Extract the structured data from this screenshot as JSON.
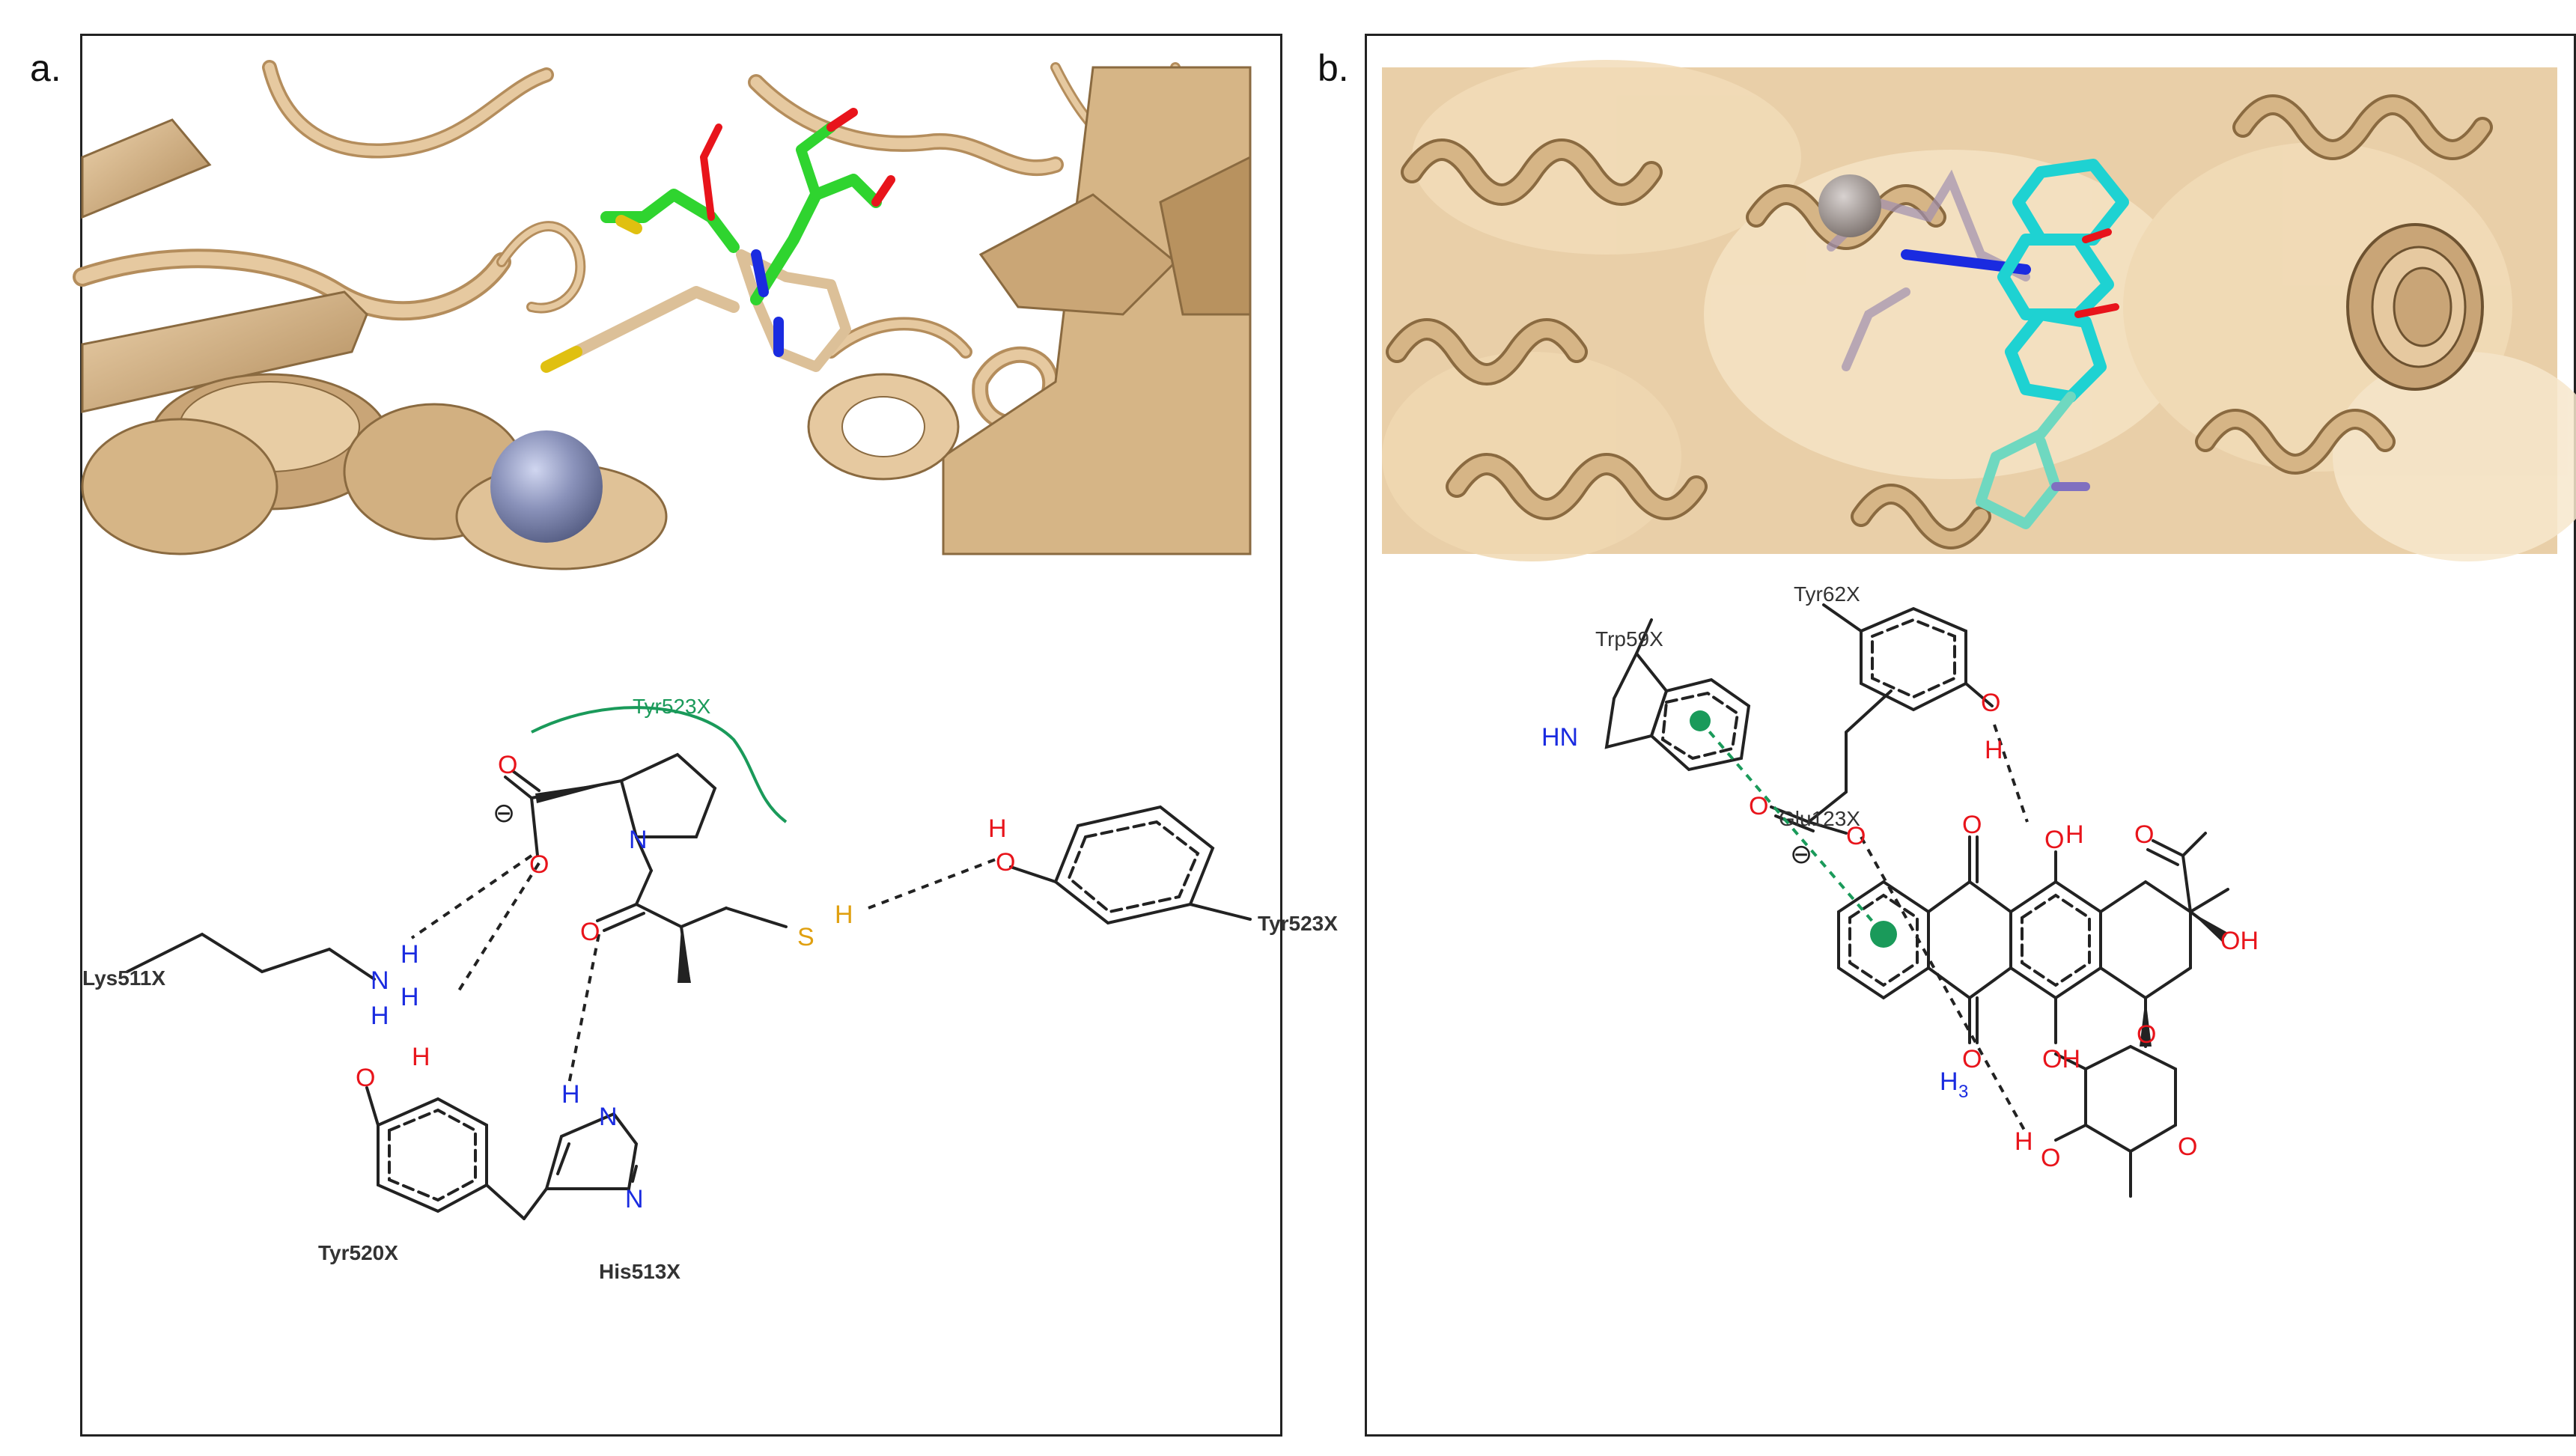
{
  "panels": [
    {
      "letter": "a.",
      "labels": {
        "hydrophobic": "Tyr523X",
        "tyr523": "Tyr523X",
        "lys511": "Lys511X",
        "tyr520": "Tyr520X",
        "his513": "His513X"
      },
      "atoms": {
        "o_carbonyl": "O",
        "o_carboxylate": "O",
        "o_amide": "O",
        "n_ring": "N",
        "s": "S",
        "h_sh": "H",
        "o_tyr523": "O",
        "h_tyr523": "H",
        "n_lys": "N",
        "h_lys1": "H",
        "h_lys2": "H",
        "h_lys3": "H",
        "o_tyr520": "O",
        "h_tyr520": "H",
        "n_his1": "N",
        "h_his": "H",
        "n_his2": "N",
        "charge": "⊖"
      }
    },
    {
      "letter": "b.",
      "labels": {
        "trp59": "Trp59X",
        "tyr62": "Tyr62X",
        "glu123": "Glu123X",
        "hn": "HN"
      },
      "atoms": {
        "o_tyr62": "O",
        "h_tyr62": "H",
        "o_top": "O",
        "oh_top": "O",
        "h_top": "H",
        "o_acetyl": "O",
        "oh_right": "OH",
        "o_bottom": "O",
        "oh_bottom": "OH",
        "h3": "H",
        "h3_sub": "3",
        "o_glu1": "O",
        "o_glu2": "O",
        "charge": "⊖",
        "o_sugar1": "O",
        "o_sugar2": "O",
        "h_sugar": "H",
        "o_sugar_ring": "O"
      }
    }
  ],
  "colors": {
    "protein": "#d9b98c",
    "protein_dark": "#b08a5a",
    "carbon_green": "#2fd42f",
    "carbon_tan": "#dcc098",
    "cyan": "#1ed2d2",
    "oxygen": "#e8141b",
    "nitrogen": "#1a2be0",
    "sulfur": "#e0c010",
    "zinc": "#8088b0",
    "interaction_green": "#1a9a5a"
  }
}
